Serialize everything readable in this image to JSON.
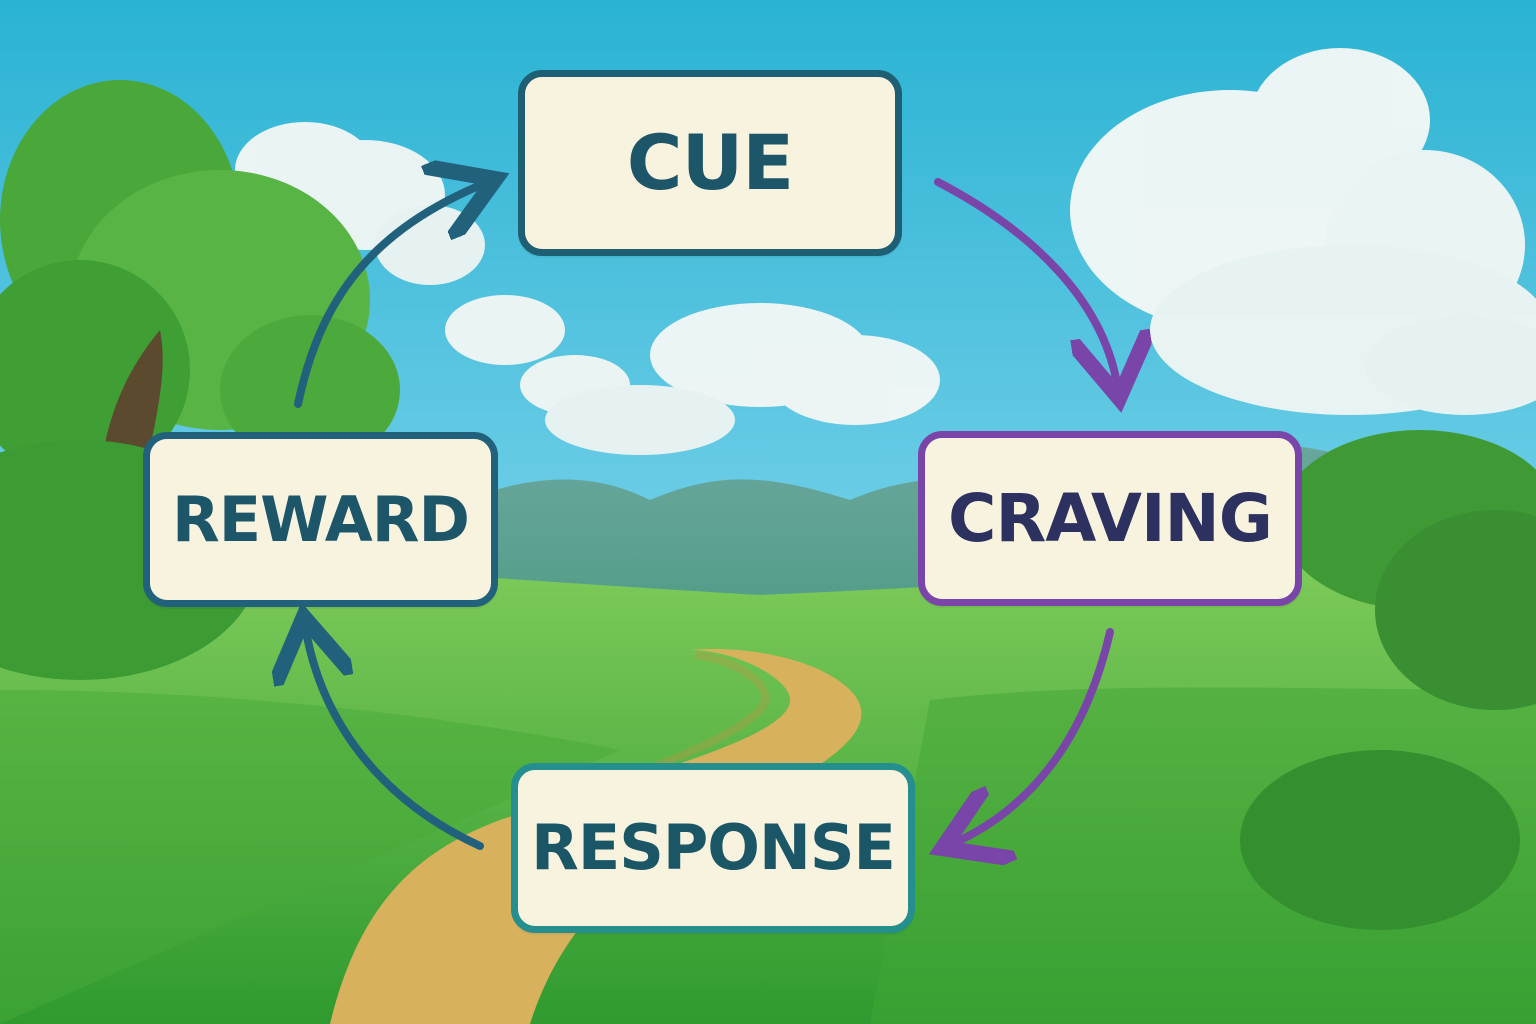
{
  "diagram": {
    "nodes": {
      "cue": "CUE",
      "craving": "CRAVING",
      "response": "RESPONSE",
      "reward": "REWARD"
    },
    "edges": [
      {
        "from": "CUE",
        "to": "CRAVING",
        "color": "#7a45a8"
      },
      {
        "from": "CRAVING",
        "to": "RESPONSE",
        "color": "#7a45a8"
      },
      {
        "from": "RESPONSE",
        "to": "REWARD",
        "color": "#22617c"
      },
      {
        "from": "REWARD",
        "to": "CUE",
        "color": "#22617c"
      }
    ]
  },
  "colors": {
    "sky_top": "#2ab3d3",
    "sky_bottom": "#8fdcf0",
    "grass": "#5dbe3d",
    "path": "#d9b25b",
    "box_fill": "#f8f3df",
    "box_border_teal": "#1f5f74",
    "box_border_purple": "#7a45a8"
  }
}
